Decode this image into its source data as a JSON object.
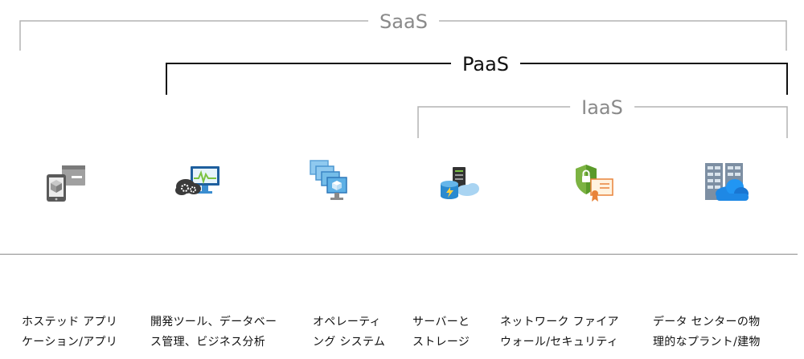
{
  "tiers": {
    "saas": {
      "label": "SaaS",
      "color": "#b3b3b3",
      "text_color": "#8a8a8a"
    },
    "paas": {
      "label": "PaaS",
      "color": "#111111",
      "text_color": "#111111"
    },
    "iaas": {
      "label": "IaaS",
      "color": "#b3b3b3",
      "text_color": "#8a8a8a"
    }
  },
  "layers": [
    {
      "icon": "hosted-application-icon",
      "caption": "ホステッド アプリ\nケーション/アプリ"
    },
    {
      "icon": "development-tools-icon",
      "caption": "開発ツール、データベー\nス管理、ビジネス分析"
    },
    {
      "icon": "virtual-machines-icon",
      "caption": "オペレーティ\nング システム"
    },
    {
      "icon": "server-storage-icon",
      "caption": "サーバーと\nストレージ"
    },
    {
      "icon": "network-security-icon",
      "caption": "ネットワーク ファイア\nウォール/セキュリティ"
    },
    {
      "icon": "datacenter-icon",
      "caption": "データ センターの物\n理的なプラント/建物"
    }
  ]
}
